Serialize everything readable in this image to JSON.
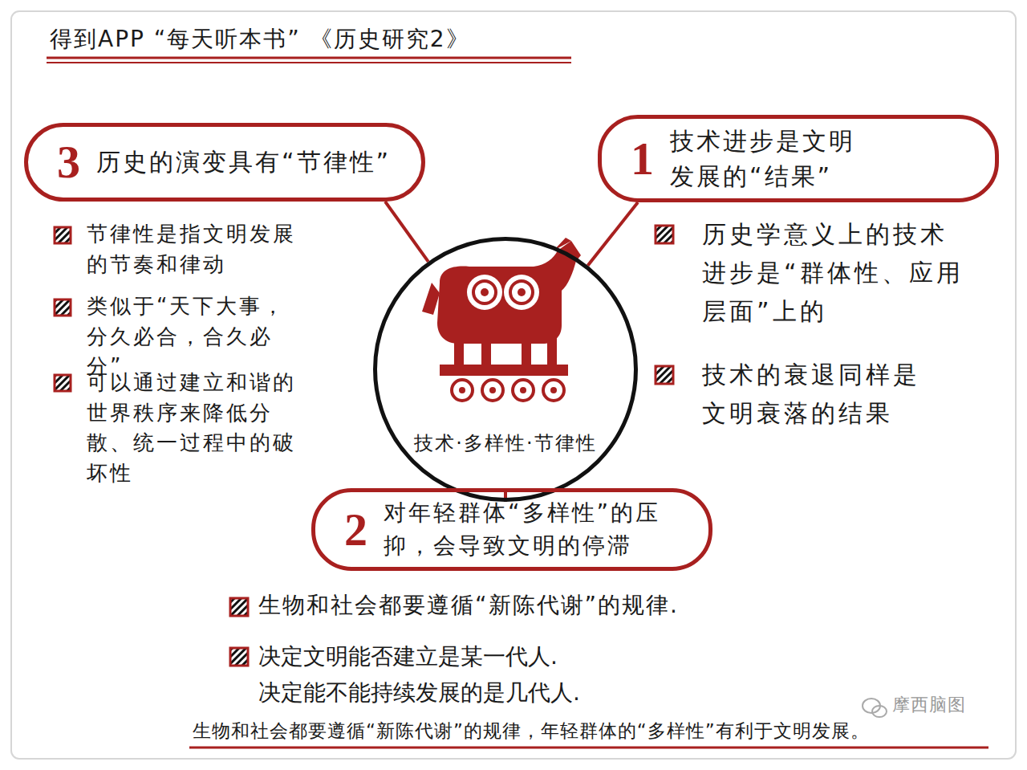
{
  "diagram": {
    "title": "得到APP “每天听本书” 《历史研究2》",
    "caption": "生物和社会都要遵循“新陈代谢”的规律，年轻群体的“多样性”有利于文明发展。",
    "nodes": [
      {
        "text": [
          "3",
          "历史的演变具有“节律性”"
        ]
      },
      {
        "text": [
          "1",
          "技术进步是文明发展的“结果”"
        ]
      },
      {
        "text": [
          "技术·多样性·节律性"
        ]
      },
      {
        "text": [
          "2",
          "对年轻群体“多样性”的压抑，会导致文明的停滞"
        ]
      }
    ],
    "edges": [
      {
        "from": 2,
        "to": 0,
        "arrow": "none"
      },
      {
        "from": 2,
        "to": 1,
        "arrow": "none"
      },
      {
        "from": 2,
        "to": 3,
        "arrow": "none"
      }
    ],
    "labels": [
      "节律性是指文明发展的节奏和律动",
      "类似于“天下大事，分久必合，合久必分”",
      "可以通过建立和谐的世界秩序来降低分散、统一过程中的破坏性",
      "历史学意义上的技术进步是“群体性、应用层面”上的",
      "技术的衰退同样是文明衰落的结果",
      "生物和社会都要遵循“新陈代谢”的规律.",
      "决定文明能否建立是某一代人. 决定能不能持续发展的是几代人.",
      "摩西脑图"
    ]
  }
}
